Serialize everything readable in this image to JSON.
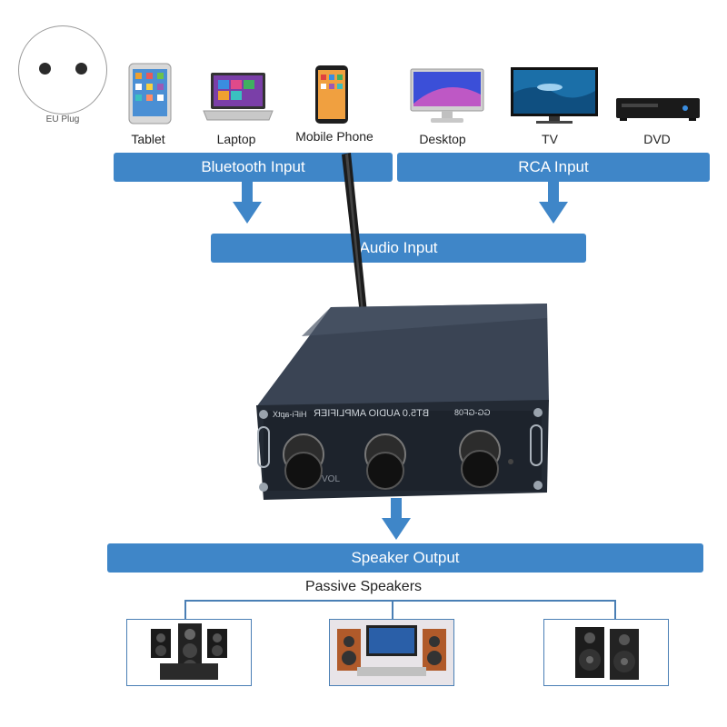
{
  "plug": {
    "label": "EU Plug"
  },
  "devices": [
    {
      "label": "Tablet"
    },
    {
      "label": "Laptop"
    },
    {
      "label": "Mobile Phone"
    },
    {
      "label": "Desktop"
    },
    {
      "label": "TV"
    },
    {
      "label": "DVD"
    }
  ],
  "bars": {
    "bluetooth": "Bluetooth Input",
    "rca": "RCA Input",
    "audio": "Audio Input",
    "speaker": "Speaker Output"
  },
  "speakers_label": "Passive Speakers",
  "amplifier": {
    "model": "GG-GF08",
    "title": "BT5.0 AUDIO AMPLIFIER",
    "subtitle": "HiFi-aptX",
    "vol": "VOL"
  },
  "colors": {
    "accent": "#3f86c8",
    "device_body": "#2e3744"
  }
}
